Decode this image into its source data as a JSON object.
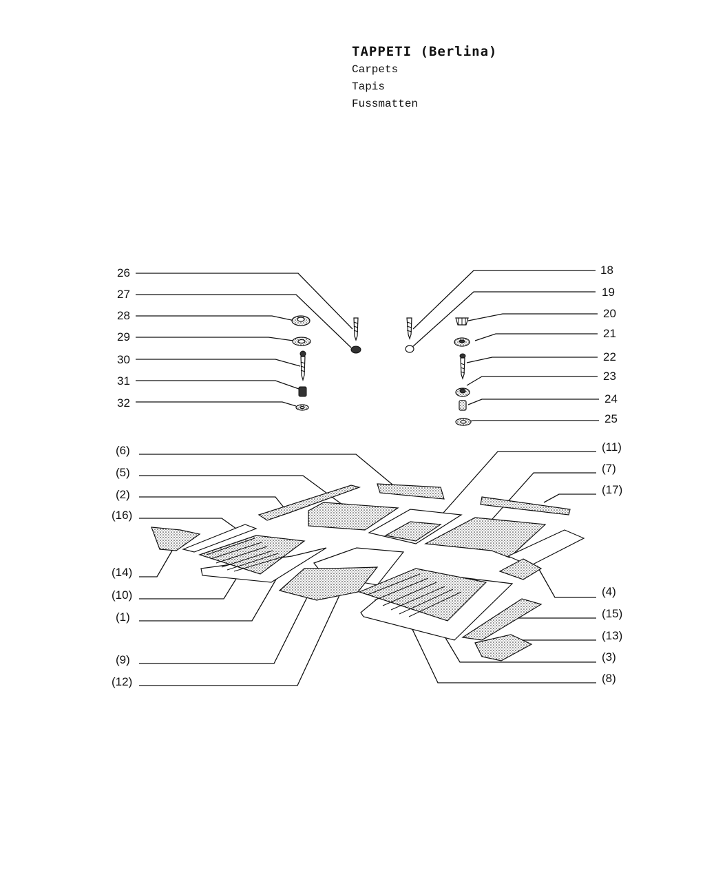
{
  "header": {
    "title": "TAPPETI (Berlina)",
    "subtitles": [
      "Carpets",
      "Tapis",
      "Fussmatten"
    ]
  },
  "callouts": {
    "left_hardware": [
      "26",
      "27",
      "28",
      "29",
      "30",
      "31",
      "32"
    ],
    "right_hardware": [
      "18",
      "19",
      "20",
      "21",
      "22",
      "23",
      "24",
      "25"
    ],
    "left_panels": [
      "(6)",
      "(5)",
      "(2)",
      "(16)",
      "(14)",
      "(10)",
      "(1)",
      "(9)",
      "(12)"
    ],
    "right_panels": [
      "(11)",
      "(7)",
      "(17)",
      "(4)",
      "(15)",
      "(13)",
      "(3)",
      "(8)"
    ]
  },
  "colors": {
    "ink": "#111111",
    "paper": "#ffffff"
  }
}
